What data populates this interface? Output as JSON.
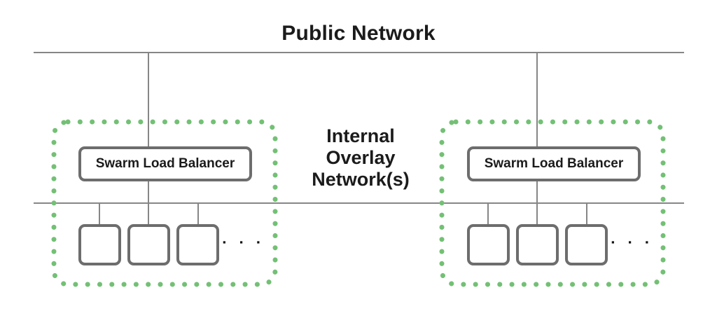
{
  "diagram": {
    "title": "Public Network",
    "overlay_label": {
      "lines": [
        "Internal",
        "Overlay",
        "Network(s)"
      ]
    },
    "clusters": [
      {
        "name": "left-swarm-cluster",
        "load_balancer_label": "Swarm Load Balancer",
        "visible_node_count": 3,
        "more_nodes_ellipsis": "▪ ▪ ▪"
      },
      {
        "name": "right-swarm-cluster",
        "load_balancer_label": "Swarm Load Balancer",
        "visible_node_count": 3,
        "more_nodes_ellipsis": "▪ ▪ ▪"
      }
    ],
    "colors": {
      "cluster_dotted_green": "#73c075",
      "network_line_gray": "#868686",
      "box_border_gray": "#6d6d6d",
      "text_black": "#1b1b1b"
    }
  }
}
